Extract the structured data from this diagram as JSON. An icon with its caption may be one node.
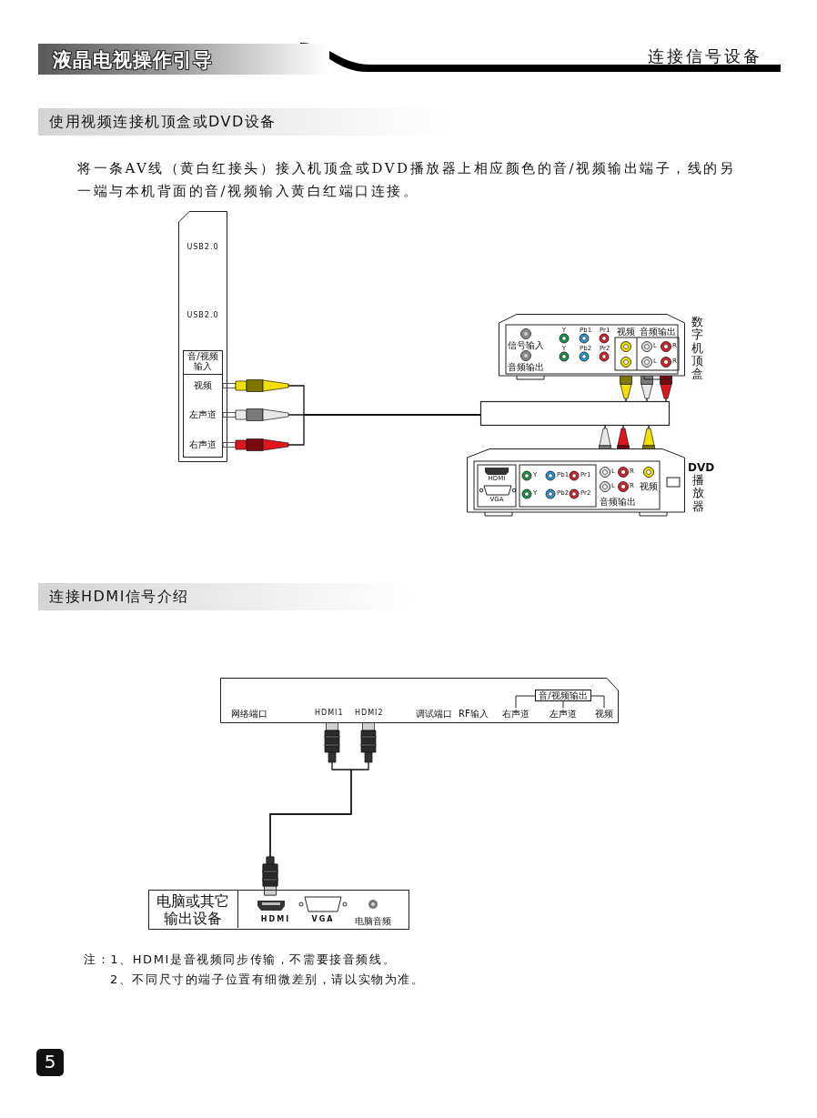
{
  "diagram": {
    "title": "液晶电视操作引导",
    "nodes": [
      {
        "text": [
          "USB2.0",
          "USB2.0"
        ]
      },
      {
        "text": [
          "音/视频输入",
          "视频",
          "左声道",
          "右声道"
        ],
        "in": 0
      },
      {
        "text": [
          "信号输入",
          "音频输出",
          "Y",
          "Pb1",
          "Pr1",
          "Y",
          "Pb2",
          "Pr2",
          "视频",
          "音频输出",
          "L",
          "R",
          "L",
          "R"
        ],
        "beside": [
          "数字机顶盒"
        ]
      },
      {
        "text": [
          "HDMI",
          "VGA",
          "Y",
          "Pb1",
          "Pr1",
          "Y",
          "Pb2",
          "Pr2",
          "L",
          "R",
          "L",
          "R",
          "视频",
          "音频输出"
        ],
        "beside": [
          "DVD",
          "播放器"
        ]
      },
      {
        "text": [],
        "shape": "box"
      },
      {
        "text": [
          "音/视频输出",
          "网络端口",
          "HDMI1",
          "HDMI2",
          "调试端口",
          "RF输入",
          "右声道",
          "左声道",
          "视频"
        ]
      },
      {
        "text": [
          "HDMI",
          "VGA",
          "电脑音频"
        ]
      },
      {
        "text": [
          "电脑或其它输出设备"
        ],
        "in": 6
      }
    ],
    "edges": [
      {
        "from": 4,
        "to": 1,
        "arrow": "other"
      },
      {
        "from": 4,
        "to": 1,
        "arrow": "other"
      },
      {
        "from": 4,
        "to": 1,
        "arrow": "other"
      },
      {
        "from": 4,
        "to": 2,
        "arrow": "other"
      },
      {
        "from": 4,
        "to": 2,
        "arrow": "other"
      },
      {
        "from": 4,
        "to": 2,
        "arrow": "other"
      },
      {
        "from": 4,
        "to": 3,
        "arrow": "other"
      },
      {
        "from": 4,
        "to": 3,
        "arrow": "other"
      },
      {
        "from": 4,
        "to": 3,
        "arrow": "other"
      },
      {
        "from": 6,
        "to": 5,
        "arrow": "other"
      },
      {
        "from": 6,
        "to": 5,
        "arrow": "other"
      }
    ],
    "labels": [
      "连接信号设备",
      "使用视频连接机顶盒或DVD设备",
      "将一条AV线（黄白红接头）接入机顶盒或DVD播放器上相应颜色的音/视频输出端子，线的另一端与本机背面的音/视频输入黄白红端口连接。",
      "连接HDMI信号介绍",
      "注：1、HDMI是音视频同步传输，不需要接音频线。",
      "2、不同尺寸的端子位置有细微差别，请以实物为准。",
      "5"
    ]
  }
}
